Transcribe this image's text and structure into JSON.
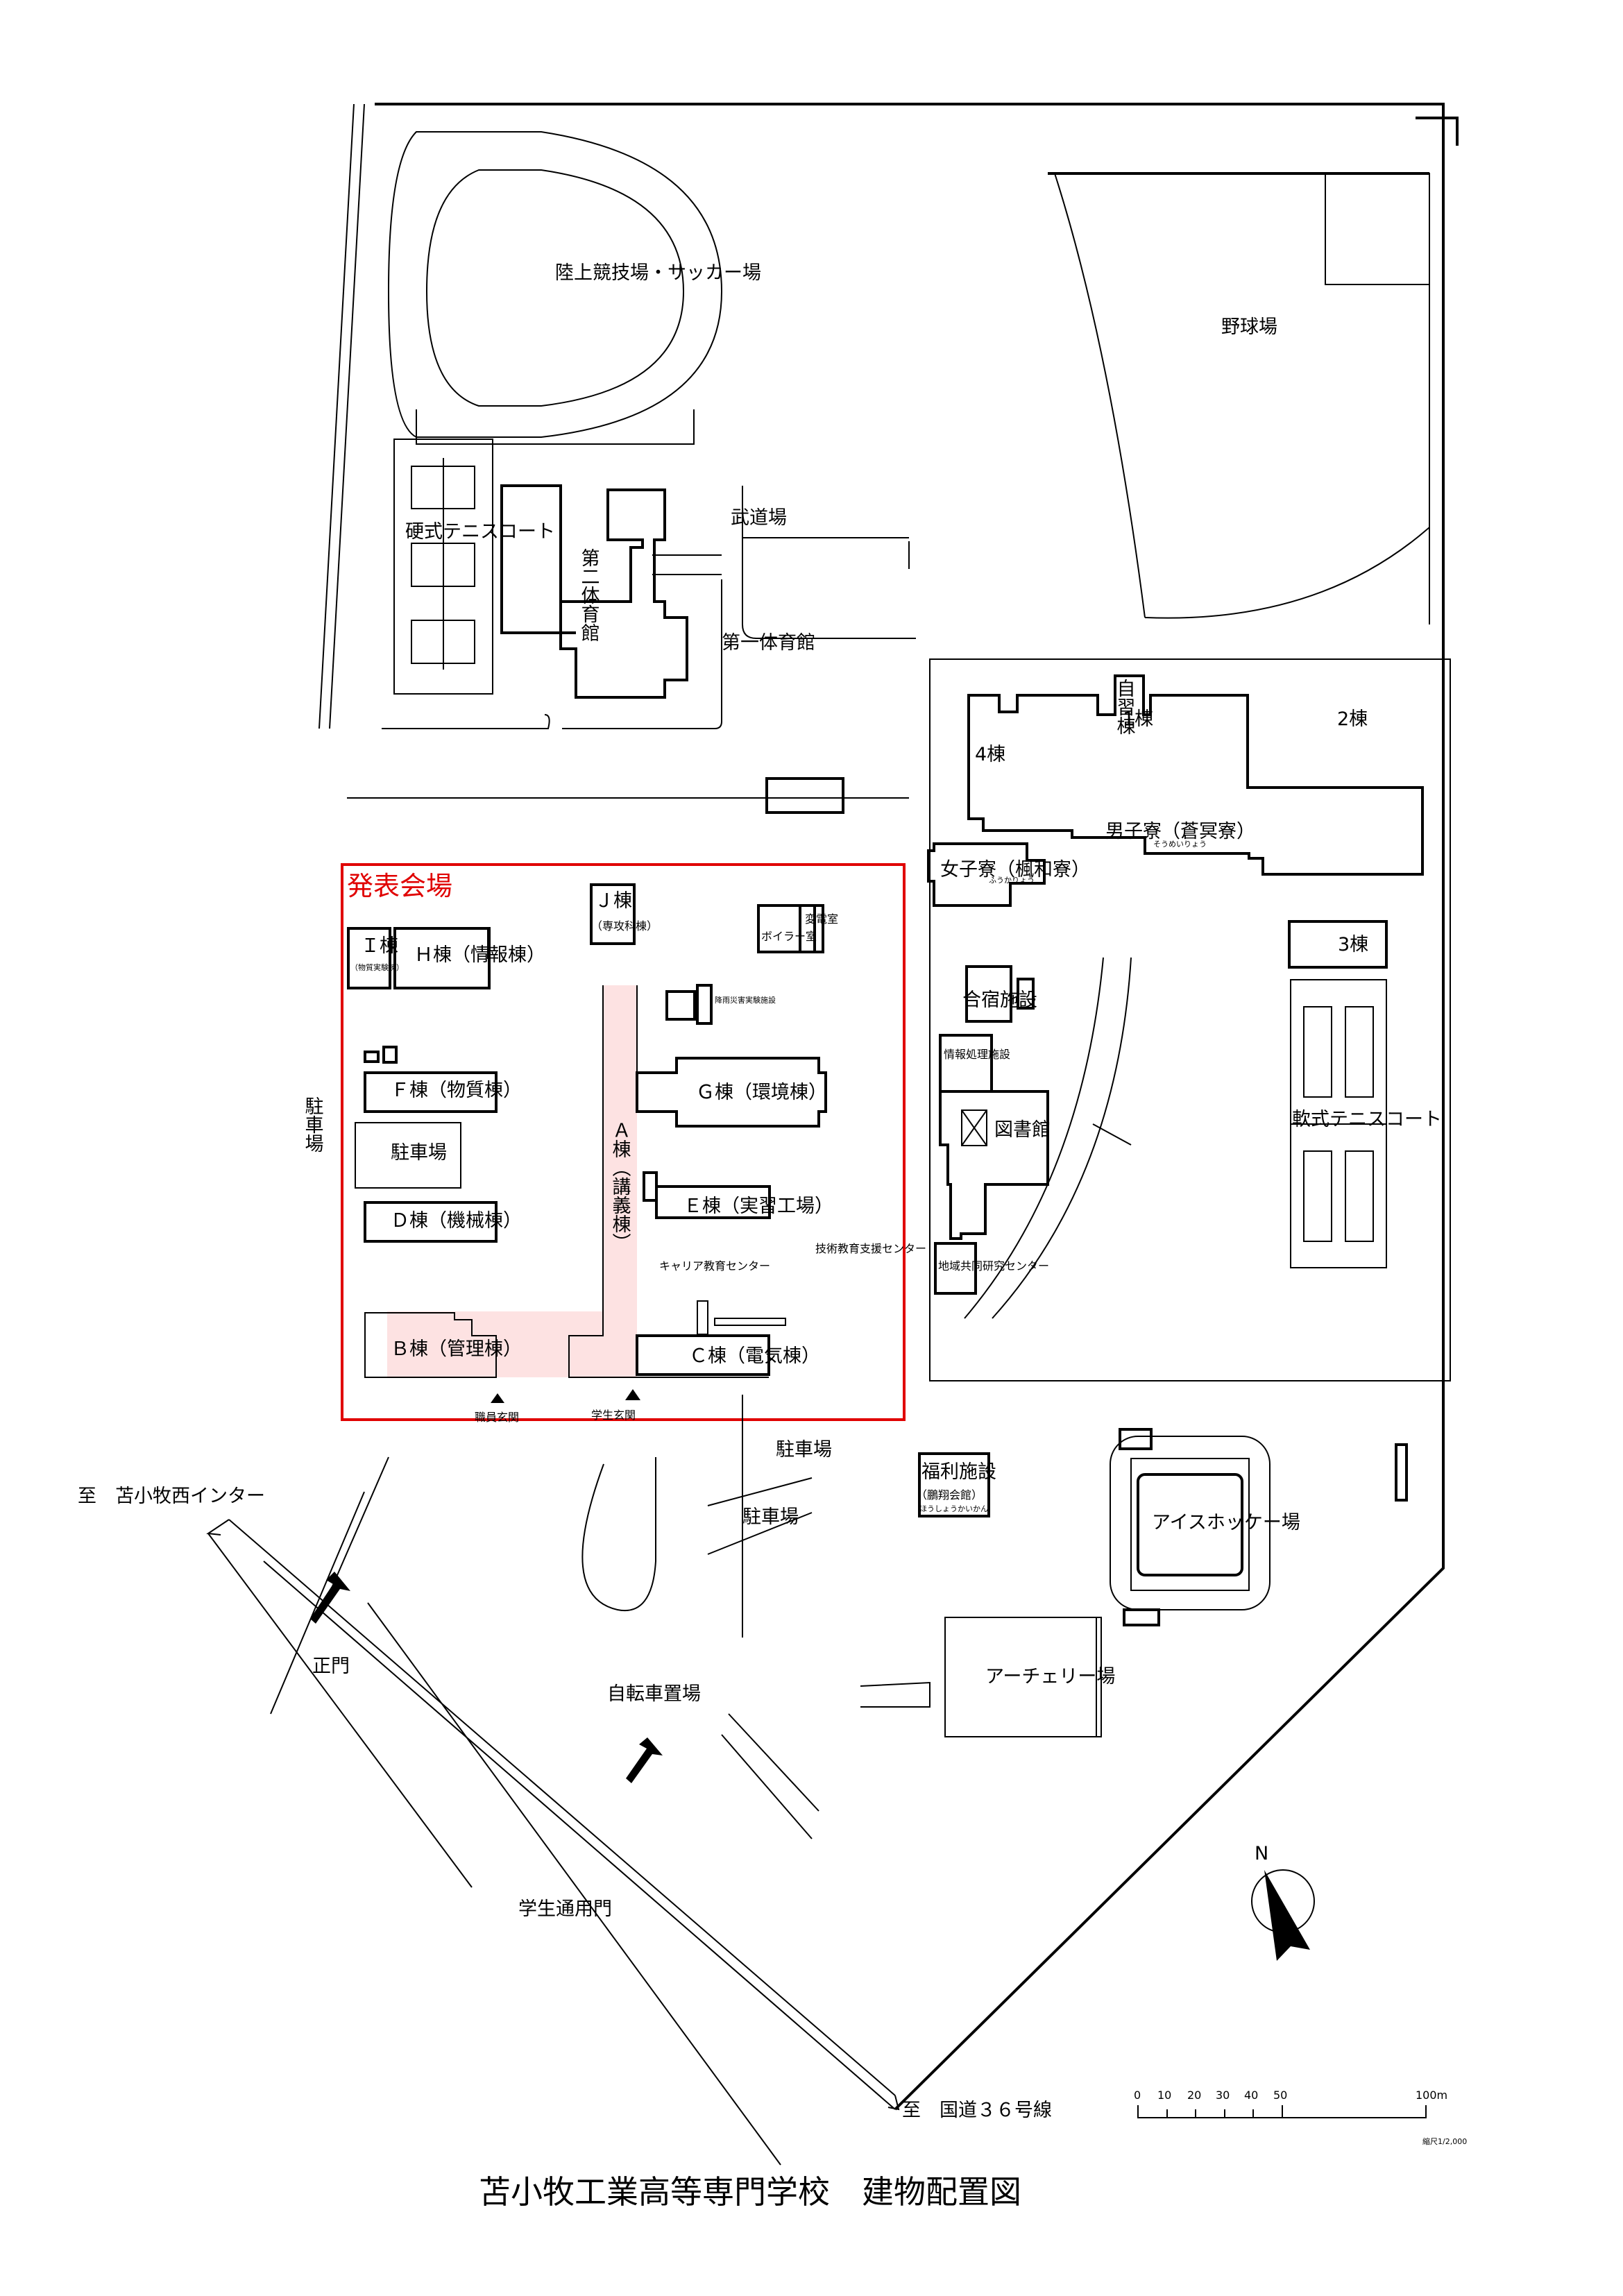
{
  "title": "苫小牧工業高等専門学校　建物配置図",
  "venue_label": "発表会場",
  "colors": {
    "venue_border": "#e00000",
    "venue_highlight": "#fde2e2",
    "line": "#000000"
  },
  "areas": {
    "athletics": "陸上競技場・サッカー場",
    "baseball": "野球場",
    "hard_tennis": "硬式テニスコート",
    "gym2": "第二体育館",
    "budojo": "武道場",
    "gym1": "第一体育館",
    "dorm_1": "1棟",
    "dorm_2": "2棟",
    "dorm_3": "3棟",
    "dorm_4": "4棟",
    "jishu": "自習棟",
    "boys_dorm": "男子寮（蒼冥寮）",
    "boys_dorm_ruby": "そうめいりょう",
    "girls_dorm": "女子寮（楓和寮）",
    "girls_dorm_ruby": "ふうかりょう",
    "j_bldg": "Ｊ棟",
    "j_bldg_sub": "（専攻科棟）",
    "i_bldg": "Ｉ棟",
    "i_bldg_sub": "（物質実験棟）",
    "h_bldg": "Ｈ棟（情報棟）",
    "boiler": "ボイラー室",
    "substation": "変電室",
    "rain_lab": "降雨災害実験施設",
    "f_bldg": "Ｆ棟（物質棟）",
    "g_bldg": "Ｇ棟（環境棟）",
    "a_bldg": "Ａ棟（講義棟）",
    "parking_inner": "駐車場",
    "parking_west": "駐車場",
    "d_bldg": "Ｄ棟（機械棟）",
    "e_bldg": "Ｅ棟（実習工場）",
    "tech_center": "技術教育支援センター",
    "career_center": "キャリア教育センター",
    "b_bldg": "Ｂ棟（管理棟）",
    "c_bldg": "Ｃ棟（電気棟）",
    "staff_entrance": "職員玄関",
    "student_entrance": "学生玄関",
    "camp": "合宿施設",
    "info_proc": "情報処理施設",
    "library": "図書館",
    "regional_center": "地域共同研究センター",
    "soft_tennis": "軟式テニスコート",
    "parking_south1": "駐車場",
    "parking_south2": "駐車場",
    "welfare": "福利施設",
    "welfare_sub": "（鵬翔会館）",
    "welfare_ruby": "ほうしょうかいかん",
    "ice_hockey": "アイスホッケー場",
    "archery": "アーチェリー場",
    "bike_parking": "自転車置場",
    "main_gate": "正門",
    "student_gate": "学生通用門",
    "to_west_ic": "至　苫小牧西インター",
    "to_route36": "至　国道３６号線"
  },
  "compass": {
    "label": "N"
  },
  "scale": {
    "ticks": [
      "0",
      "10",
      "20",
      "30",
      "40",
      "50",
      "100m"
    ],
    "ratio": "縮尺1/2,000"
  }
}
